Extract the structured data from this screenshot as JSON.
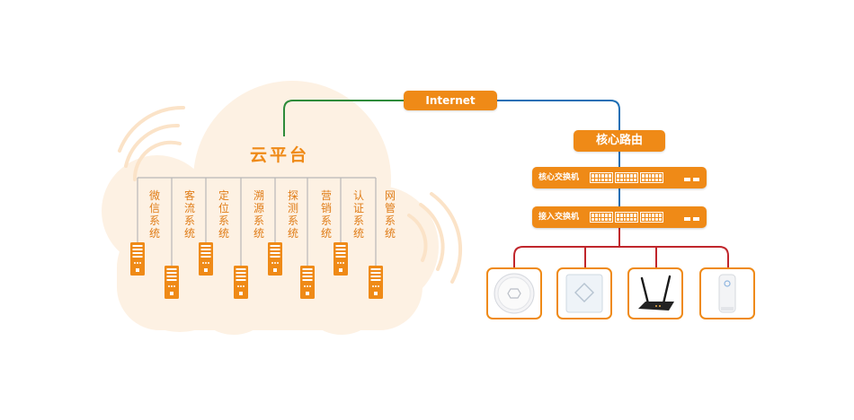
{
  "diagram": {
    "internet_label": "Internet",
    "cloud_title": "云平台",
    "router_label": "核心路由",
    "switches": [
      {
        "label": "核心交换机"
      },
      {
        "label": "接入交换机"
      }
    ],
    "systems": [
      {
        "label": "微信系统"
      },
      {
        "label": "客流系统"
      },
      {
        "label": "定位系统"
      },
      {
        "label": "溯源系统"
      },
      {
        "label": "探测系统"
      },
      {
        "label": "营销系统"
      },
      {
        "label": "认证系统"
      },
      {
        "label": "网管系统"
      }
    ],
    "devices": [
      {
        "icon": "ceiling-ap-icon"
      },
      {
        "icon": "panel-ap-icon"
      },
      {
        "icon": "wireless-router-icon"
      },
      {
        "icon": "outdoor-ap-icon"
      }
    ],
    "colors": {
      "accent": "#ef8a17",
      "system_text": "#e07d18",
      "cloud_fill": "#fdf1e3",
      "green_link": "#2e8b3a",
      "blue_link": "#1f6fb5",
      "red_link": "#c0262c",
      "cloud_line": "#b8b8b8"
    }
  }
}
